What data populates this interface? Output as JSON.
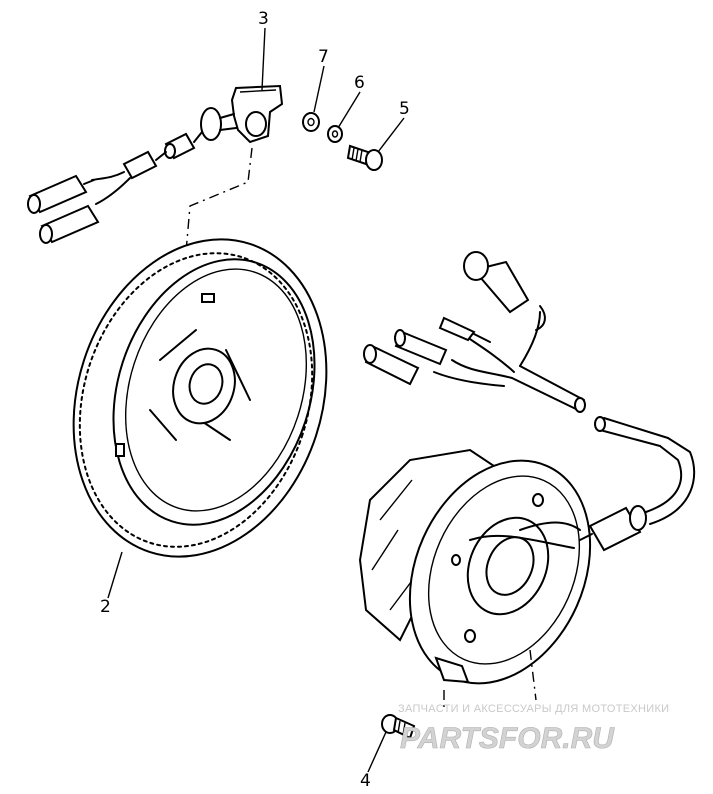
{
  "callouts": [
    "3",
    "7",
    "6",
    "5",
    "2",
    "4"
  ],
  "watermark": {
    "tagline": "ЗАПЧАСТИ И АКСЕССУАРЫ ДЛЯ МОТОТЕХНИКИ",
    "brand": "PARTSFOR.RU"
  },
  "colors": {
    "line": "#000000",
    "background": "#ffffff",
    "watermark": "#c8c8c8"
  }
}
